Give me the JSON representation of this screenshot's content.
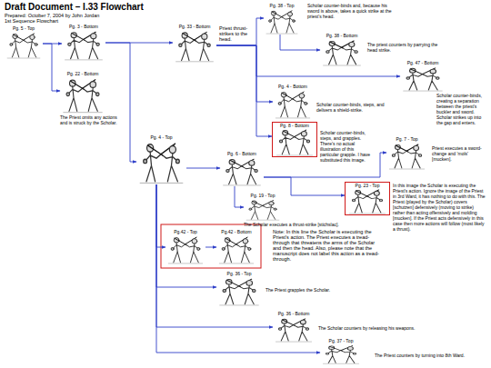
{
  "diagram": {
    "title": "Draft Document – I.33 Flowchart",
    "nodes": [
      {
        "text": [
          "Pg. 5 - Top"
        ]
      },
      {
        "text": [
          "Pg. 3 - Bottom"
        ]
      },
      {
        "text": [
          "Pg. 33 - Bottom"
        ]
      },
      {
        "text": [
          "Pg. 22 - Bottom",
          "The Priest omits any actions and is struck by the Scholar."
        ]
      },
      {
        "text": [
          "Pg. 4 - Top"
        ]
      },
      {
        "text": [
          "Pg. 38 - Top",
          "Scholar counter-binds and, because his sword is above, takes a quick strike at the priest's head."
        ]
      },
      {
        "text": [
          "Pg. 38 - Bottom",
          "The priest counters by parrying the head strike."
        ]
      },
      {
        "text": [
          "Pg. 47 - Bottom",
          "Scholar counter-binds, creating a separation between the priest's buckler and sword. Scholar strikes up into the gap and enters."
        ]
      },
      {
        "text": [
          "Pg. 4 - Bottom",
          "Scholar counter-binds, steps, and delivers a shield-strike."
        ]
      },
      {
        "text": [
          "Pg. 8 - Bottom",
          "Scholar counter-binds, steps, and grapples. There's no actual illustration of this particular grapple. I have substituted this image."
        ]
      },
      {
        "text": [
          "Pg. 6 - Bottom"
        ]
      },
      {
        "text": [
          "Pg. 7 - Top",
          "Priest executes a sword-change and 'mols' [mucken]."
        ]
      },
      {
        "text": [
          "Pg. 23 - Top",
          "In this image the Scholar is executing the Priest's action. Ignore the image of the Priest in 3rd Ward, it has nothing to do with this. The Priest (played by the Scholar) covers [schutzen] defensively (moving to strike) rather than acting offensively and molding [mucken]. If the Priest acts defensively in this case then more actions will follow (most likely a thrust)."
        ]
      },
      {
        "text": [
          "Pg. 19 - Top",
          "The Scholar executes a thrust-strike [stichslac]."
        ]
      },
      {
        "text": [
          "Pg.42 - Top"
        ]
      },
      {
        "text": [
          "Pg.42 - Bottom"
        ]
      },
      {
        "text": [
          "Pg. 36 - Top",
          "The Priest grapples the Scholar."
        ]
      },
      {
        "text": [
          "Pg. 36 - Bottom",
          "The Scholar counters by releasing his weapons."
        ]
      },
      {
        "text": [
          "Pg. 37 - Top",
          "The Priest counters by turning into 8th Ward."
        ]
      }
    ],
    "edges": [
      {
        "from": 0,
        "to": 1,
        "arrow": "to"
      },
      {
        "from": 0,
        "to": 3,
        "arrow": "to"
      },
      {
        "from": 1,
        "to": 2,
        "arrow": "to"
      },
      {
        "from": 1,
        "to": 4,
        "arrow": "to"
      },
      {
        "from": 2,
        "to": 5,
        "arrow": "to"
      },
      {
        "from": 5,
        "to": 6,
        "arrow": "to"
      },
      {
        "from": 2,
        "to": 7,
        "arrow": "to"
      },
      {
        "from": 2,
        "to": 8,
        "arrow": "to"
      },
      {
        "from": 2,
        "to": 9,
        "arrow": "to"
      },
      {
        "from": 4,
        "to": 10,
        "arrow": "to"
      },
      {
        "from": 10,
        "to": 11,
        "arrow": "to"
      },
      {
        "from": 10,
        "to": 12,
        "arrow": "to"
      },
      {
        "from": 10,
        "to": 13,
        "arrow": "to"
      },
      {
        "from": 4,
        "to": 14,
        "arrow": "to"
      },
      {
        "from": 14,
        "to": 15,
        "arrow": "to"
      },
      {
        "from": 4,
        "to": 16,
        "arrow": "to"
      },
      {
        "from": 4,
        "to": 17,
        "arrow": "to"
      },
      {
        "from": 4,
        "to": 18,
        "arrow": "to"
      }
    ],
    "labels": [
      "Prepared: October 7, 2004 by John Jordan",
      "1st Sequence Flowchart",
      "Priest thrust-strikes to the head.",
      "Note: In this line the Scholar is executing the Priest's action. The Priest executes a tread-through that threatens the arms of the Scholar and then the head. Also, please note that the manuscript does not label this action as a tread-through."
    ]
  }
}
